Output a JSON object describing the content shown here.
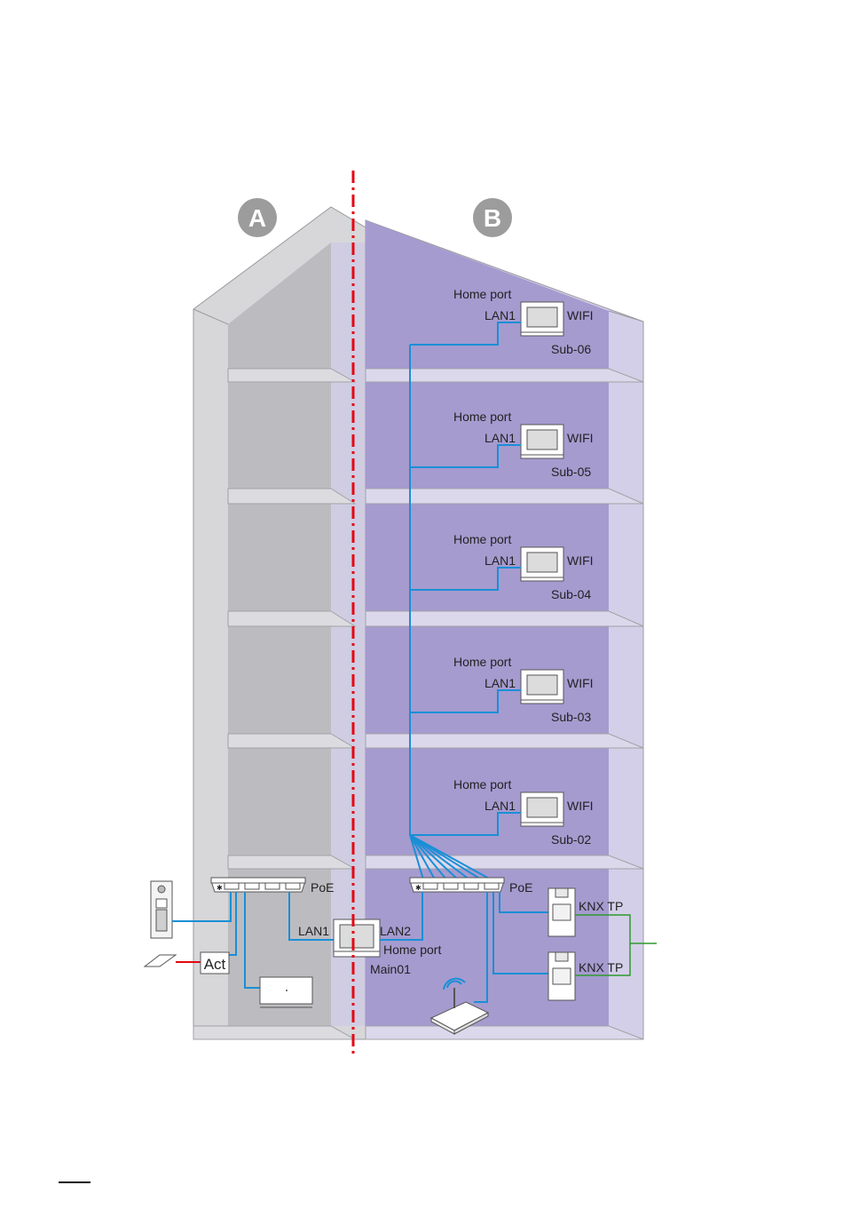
{
  "zones": {
    "a": "A",
    "b": "B"
  },
  "floors": [
    {
      "home_port": "Home port",
      "lan": "LAN1",
      "wifi": "WIFI",
      "name": "Sub-06"
    },
    {
      "home_port": "Home port",
      "lan": "LAN1",
      "wifi": "WIFI",
      "name": "Sub-05"
    },
    {
      "home_port": "Home port",
      "lan": "LAN1",
      "wifi": "WIFI",
      "name": "Sub-04"
    },
    {
      "home_port": "Home port",
      "lan": "LAN1",
      "wifi": "WIFI",
      "name": "Sub-03"
    },
    {
      "home_port": "Home port",
      "lan": "LAN1",
      "wifi": "WIFI",
      "name": "Sub-02"
    }
  ],
  "ground": {
    "switch_a_label": "PoE",
    "switch_b_label": "PoE",
    "main": {
      "lan1": "LAN1",
      "lan2": "LAN2",
      "home_port": "Home port",
      "name": "Main01"
    },
    "actuator": "Act",
    "knx_top": "KNX TP",
    "knx_bottom": "KNX TP"
  },
  "colors": {
    "building_a": "#c4c4c8",
    "building_b": "#a59bcf",
    "cable": "#1a8fd6",
    "knx_cable": "#2e9a2e",
    "divider": "#e30613"
  }
}
